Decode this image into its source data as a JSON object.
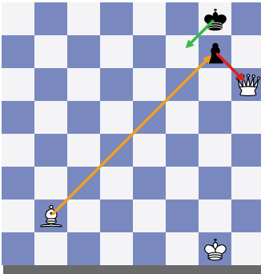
{
  "board": {
    "light_color": "#f4f4f6",
    "dark_color": "#7989c0",
    "pieces": [
      {
        "type": "king",
        "color": "black",
        "square": "g8",
        "icon": "black-king-icon"
      },
      {
        "type": "pawn",
        "color": "black",
        "square": "g7",
        "icon": "black-pawn-icon"
      },
      {
        "type": "queen",
        "color": "white",
        "square": "h6",
        "icon": "white-queen-icon"
      },
      {
        "type": "bishop",
        "color": "white",
        "square": "b2",
        "icon": "white-bishop-icon"
      },
      {
        "type": "king",
        "color": "white",
        "square": "g1",
        "icon": "white-king-icon"
      }
    ],
    "arrows": [
      {
        "from": "b2",
        "to": "g7",
        "color": "#f0a020"
      },
      {
        "from": "g7",
        "to": "h6",
        "color": "#e02020"
      },
      {
        "from": "g8",
        "to": "f7",
        "color": "#33bb44"
      }
    ]
  }
}
